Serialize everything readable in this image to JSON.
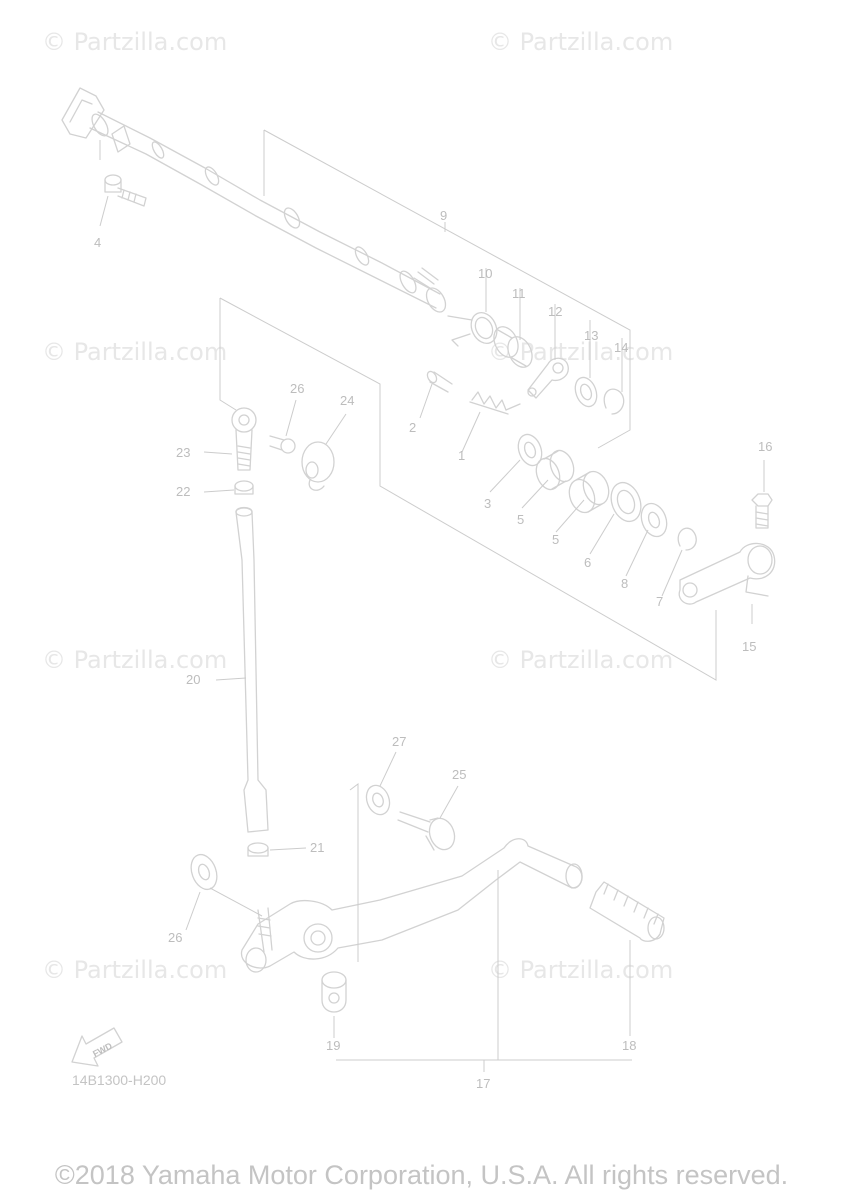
{
  "watermark": "© Partzilla.com",
  "diagram_code": "14B1300-H200",
  "copyright": "©2018 Yamaha Motor Corporation, U.S.A. All rights reserved.",
  "fwd_label": "FWD",
  "callouts": [
    "1",
    "2",
    "3",
    "4",
    "5",
    "5",
    "6",
    "7",
    "8",
    "9",
    "10",
    "11",
    "12",
    "13",
    "14",
    "15",
    "16",
    "17",
    "18",
    "19",
    "20",
    "21",
    "22",
    "23",
    "24",
    "25",
    "26",
    "26",
    "27"
  ],
  "colors": {
    "line": "#cfcfcf",
    "label": "#bdbdbd",
    "watermark": "#e7e7e7"
  }
}
